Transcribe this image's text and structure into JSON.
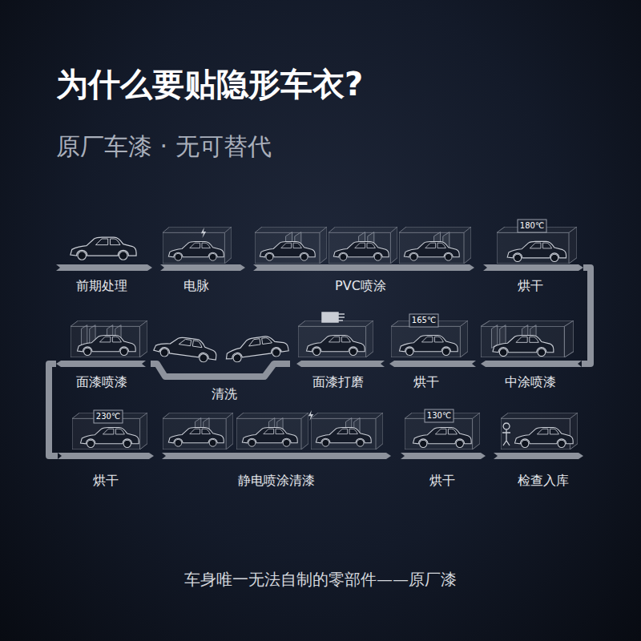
{
  "diagram": {
    "title": "为什么要贴隐形车衣?",
    "caption": "车身唯一无法自制的零部件——原厂漆",
    "labels": [
      "原厂车漆 · 无可替代",
      "前期处理",
      "电脉",
      "PVC喷涂",
      "180℃",
      "烘干",
      "面漆喷漆",
      "清洗",
      "面漆打磨",
      "165℃",
      "烘干",
      "中涂喷漆",
      "230℃",
      "烘干",
      "静电喷涂清漆",
      "130℃",
      "烘干",
      "检查入库"
    ]
  }
}
